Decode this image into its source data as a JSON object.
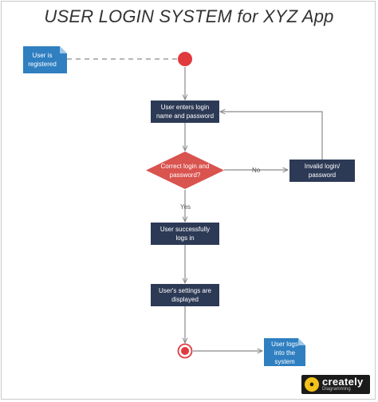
{
  "title": "USER LOGIN SYSTEM for XYZ App",
  "colors": {
    "process": "#2d3a56",
    "decision": "#d9534f",
    "note": "#2f7fc1",
    "start_end": "#e0393e",
    "connector": "#8a8a8a"
  },
  "nodes": {
    "note_registered": "User is registered",
    "enter_login": "User enters login name and password",
    "decision": "Correct login and password?",
    "invalid": "Invalid login/ password",
    "logs_in": "User successfully logs in",
    "settings": "User's settings are displayed",
    "note_logs_out": "User logs into the system"
  },
  "edge_labels": {
    "no": "No",
    "yes": "Yes"
  },
  "logo": {
    "name": "creately",
    "tagline": "Diagramming"
  }
}
